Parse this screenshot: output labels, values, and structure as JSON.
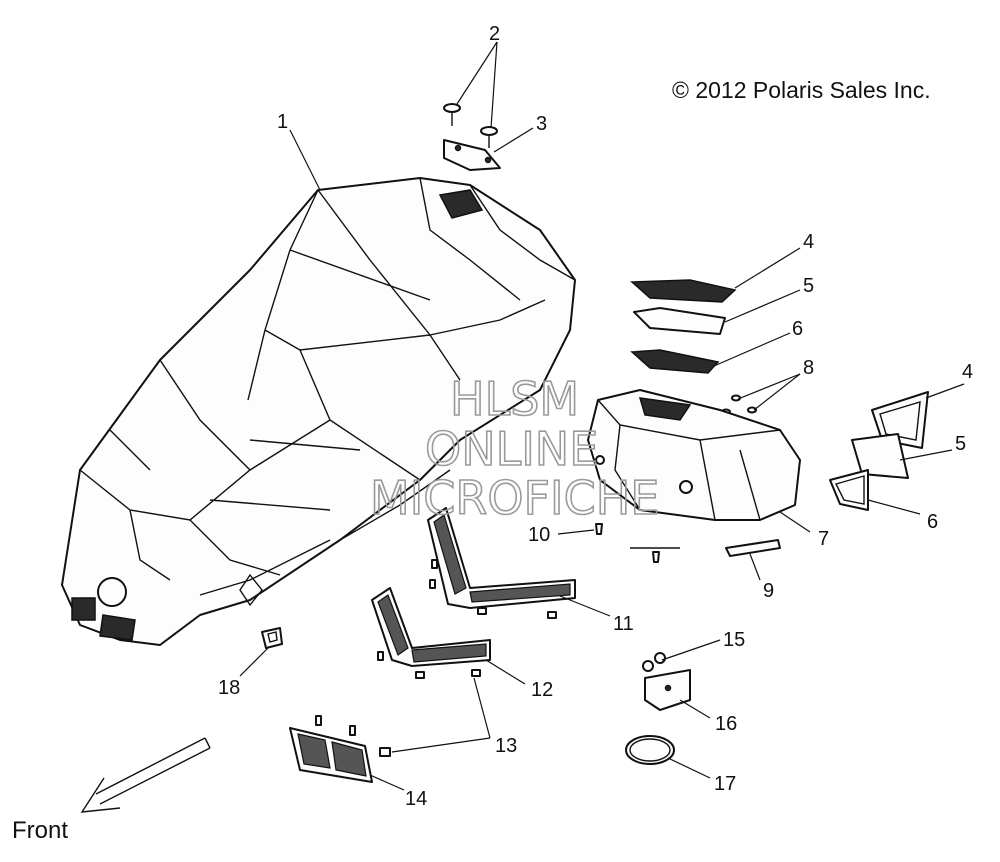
{
  "copyright": "© 2012 Polaris Sales Inc.",
  "watermark": {
    "line1": "HLSM",
    "line2": "ONLINE",
    "line3": "MICROFICHE"
  },
  "front_label": "Front",
  "callouts": {
    "c1": "1",
    "c2": "2",
    "c3": "3",
    "c4a": "4",
    "c5a": "5",
    "c6a": "6",
    "c4b": "4",
    "c5b": "5",
    "c6b": "6",
    "c7": "7",
    "c8": "8",
    "c9": "9",
    "c10": "10",
    "c11": "11",
    "c12": "12",
    "c13": "13",
    "c14": "14",
    "c15": "15",
    "c16": "16",
    "c17": "17",
    "c18": "18"
  }
}
